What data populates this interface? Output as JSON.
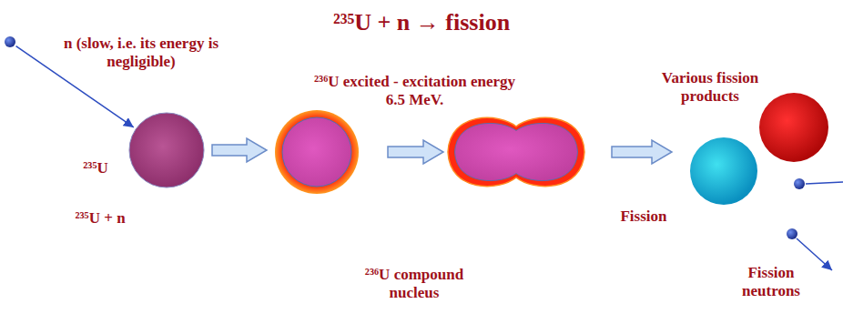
{
  "diagram": {
    "title": "²³⁵U + n → fission",
    "nodes": [
      {
        "text": [
          "n (slow, i.e. its energy is negligible)"
        ]
      },
      {
        "text": [
          "²³⁵U"
        ]
      },
      {
        "text": [
          "²³⁶U excited - excitation energy 6.5 MeV."
        ]
      },
      {
        "text": [
          "²³⁶U compound nucleus"
        ]
      },
      {
        "text": [
          "Various fission products"
        ]
      }
    ],
    "edges": [
      {
        "from": 0,
        "to": 1,
        "arrow": "to"
      },
      {
        "from": 1,
        "to": 2,
        "arrow": "to"
      },
      {
        "from": 2,
        "to": 3,
        "arrow": "to"
      },
      {
        "from": 3,
        "to": 4,
        "arrow": "to"
      }
    ],
    "labels": [
      "²³⁵U + n",
      "Fission",
      "Fission neutrons"
    ]
  }
}
